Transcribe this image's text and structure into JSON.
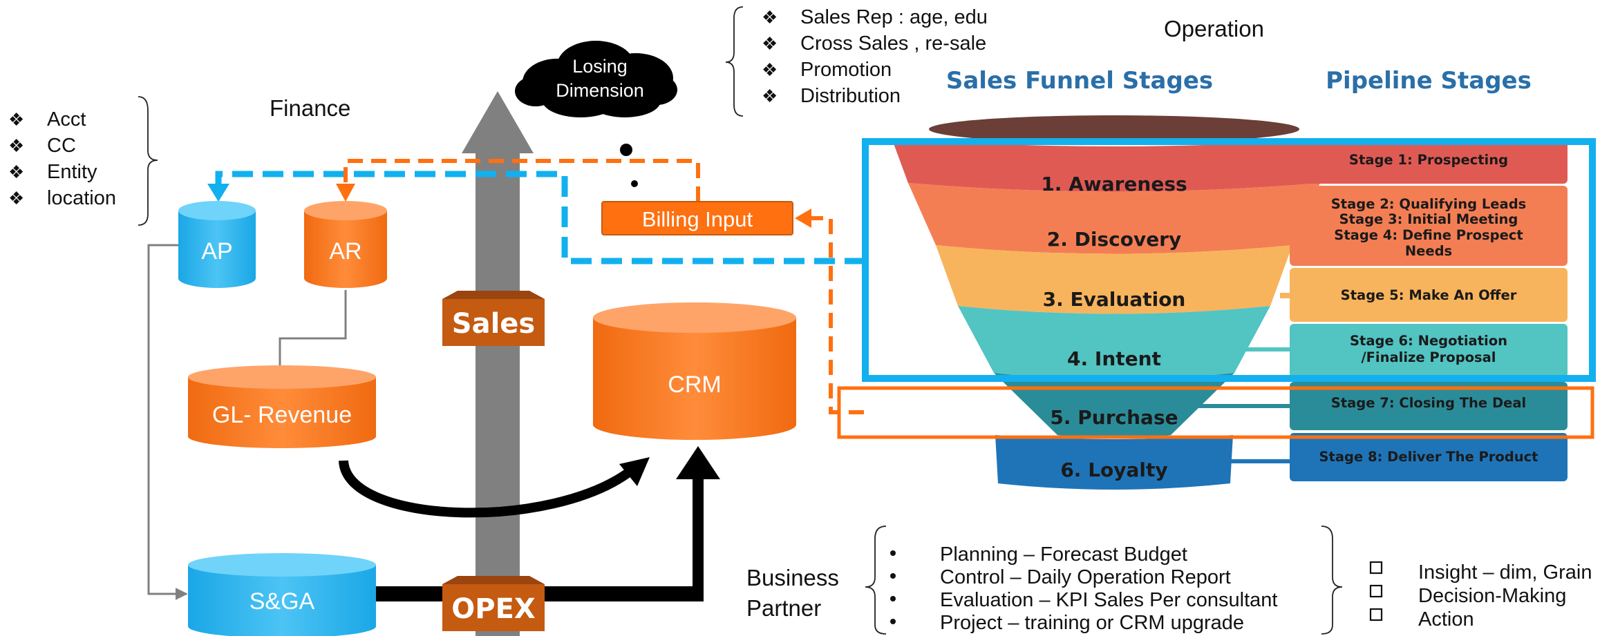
{
  "titles": {
    "finance": "Finance",
    "operation": "Operation",
    "sales_funnel": "Sales Funnel Stages",
    "pipeline": "Pipeline Stages"
  },
  "cloud": {
    "line1": "Losing",
    "line2": "Dimension"
  },
  "finance_dims": [
    "Acct",
    "CC",
    "Entity",
    "location"
  ],
  "sales_dims": [
    "Sales Rep : age, edu",
    "Cross Sales , re-sale",
    "Promotion",
    "Distribution"
  ],
  "cylinders": {
    "ap": "AP",
    "ar": "AR",
    "gl": "GL- Revenue",
    "sga": "S&GA",
    "crm": "CRM"
  },
  "billing": "Billing Input",
  "arrow_tags": {
    "sales": "Sales",
    "opex": "OPEX"
  },
  "funnel": [
    "1. Awareness",
    "2. Discovery",
    "3. Evaluation",
    "4. Intent",
    "5. Purchase",
    "6. Loyalty"
  ],
  "pipeline": {
    "s1": "Stage 1: Prospecting",
    "s2": [
      "Stage 2: Qualifying Leads",
      "Stage  3:  Initial  Meeting",
      "Stage 4: Define Prospect",
      "Needs"
    ],
    "s5": "Stage 5: Make An Offer",
    "s6": [
      "Stage 6: Negotiation",
      "/Finalize Proposal"
    ],
    "s7": "Stage 7: Closing The Deal",
    "s8": "Stage 8: Deliver The Product"
  },
  "business_partner": {
    "line1": "Business",
    "line2": "Partner"
  },
  "bp_items": [
    "Planning – Forecast Budget",
    "Control – Daily Operation Report",
    "Evaluation – KPI   Sales Per consultant",
    "Project – training or CRM upgrade"
  ],
  "outcomes": [
    "Insight – dim, Grain",
    "Decision-Making",
    "Action"
  ],
  "colors": {
    "blue": "#12b0ee",
    "orange": "#ff7010",
    "dark_orange": "#c55a11",
    "gray": "#808080",
    "funnel": [
      "#e05a54",
      "#f47e54",
      "#f8b45c",
      "#52c4c2",
      "#2b8c99",
      "#1f74b8"
    ]
  }
}
